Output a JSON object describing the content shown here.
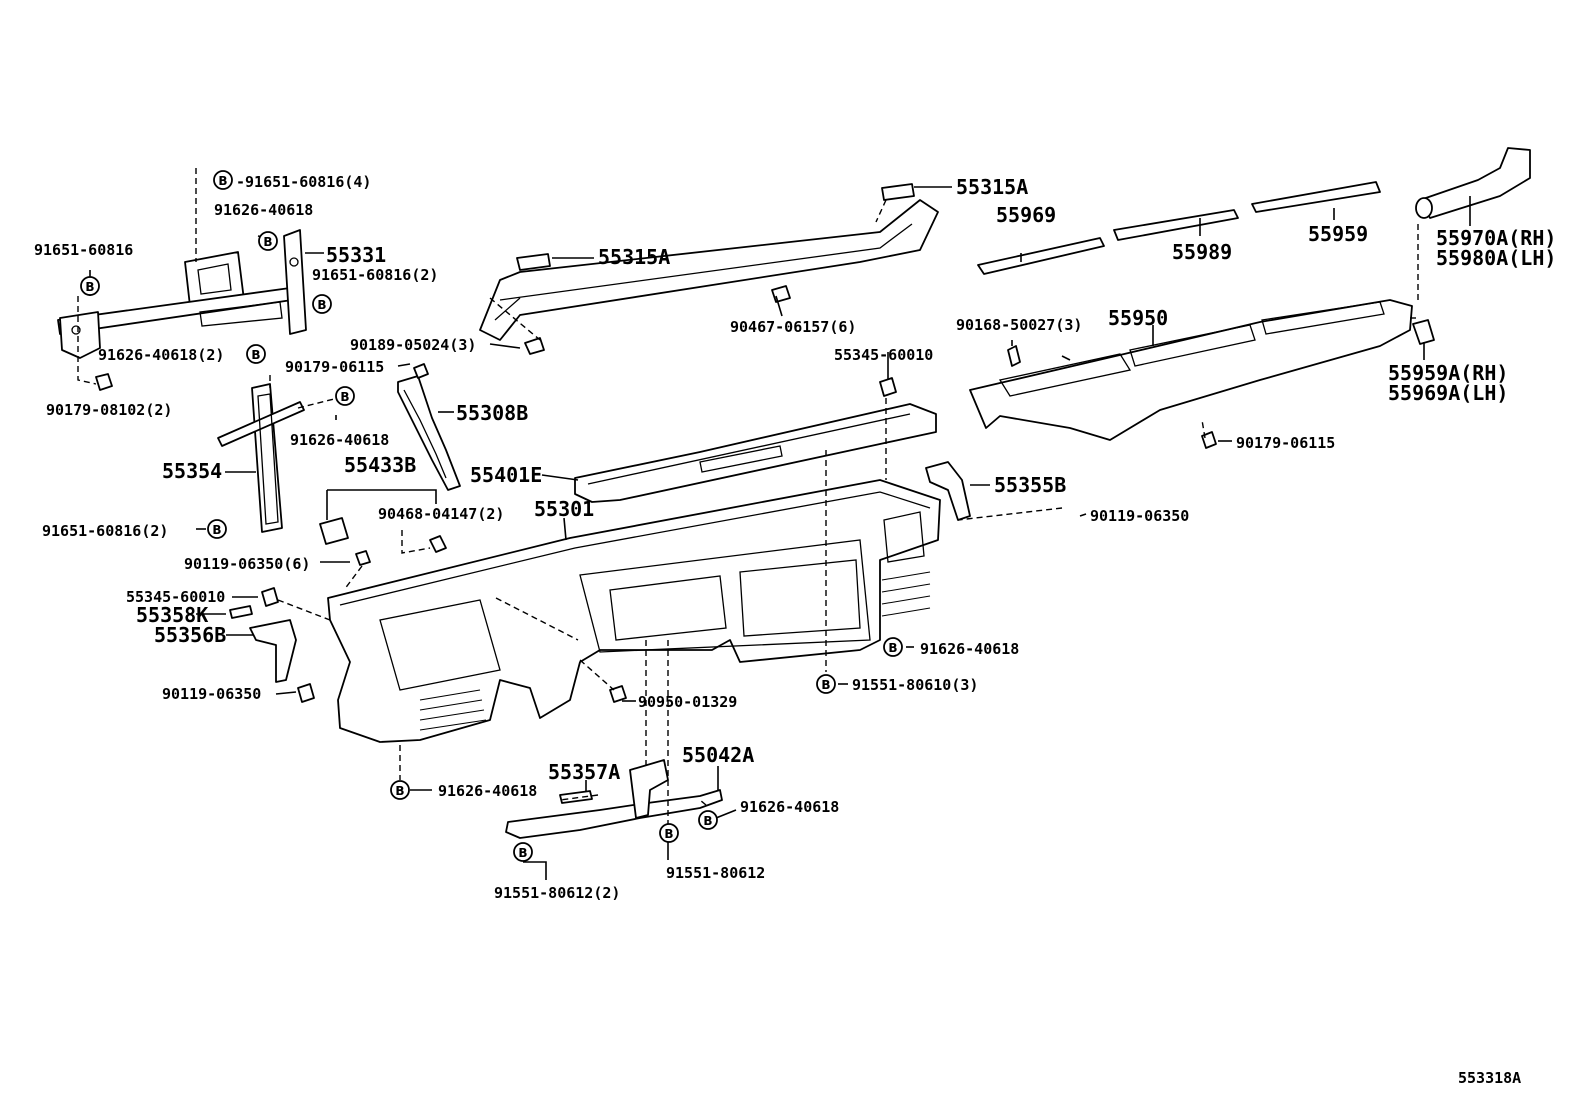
{
  "bolt_symbol": "B",
  "diagram_code": "553318A",
  "labels": {
    "p91651_60816_4": "-91651-60816(4)",
    "p91626_40618_a": "91626-40618",
    "p91651_60816_a": "91651-60816",
    "p55331": "55331",
    "p91651_60816_2a": "91651-60816(2)",
    "p91626_40618_2": "91626-40618(2)",
    "p90179_08102_2": "90179-08102(2)",
    "p90189_05024_3": "90189-05024(3)",
    "p90179_06115_a": "90179-06115",
    "p55315A_left": "55315A",
    "p55315A_right": "55315A",
    "p90467_06157_6": "90467-06157(6)",
    "p55969": "55969",
    "p55989": "55989",
    "p55959": "55959",
    "p55970A": "55970A(RH)",
    "p55980A": "55980A(LH)",
    "p90168_50027_3": "90168-50027(3)",
    "p55950": "55950",
    "p55959A": "55959A(RH)",
    "p55969A": "55969A(LH)",
    "p55345_60010_a": "55345-60010",
    "p55308B": "55308B",
    "p91626_40618_b": "91626-40618",
    "p55354": "55354",
    "p55433B": "55433B",
    "p55401E": "55401E",
    "p90179_06115_b": "90179-06115",
    "p90468_04147_2": "90468-04147(2)",
    "p55301": "55301",
    "p55355B": "55355B",
    "p90119_06350_a": "90119-06350",
    "p91651_60816_2b": "91651-60816(2)",
    "p90119_06350_6": "90119-06350(6)",
    "p55345_60010_b": "55345-60010",
    "p55358K": "55358K",
    "p55356B": "55356B",
    "p91626_40618_c": "91626-40618",
    "p91551_80610_3": "91551-80610(3)",
    "p90119_06350_b": "90119-06350",
    "p90950_01329": "90950-01329",
    "p55042A": "55042A",
    "p55357A": "55357A",
    "p91626_40618_d": "91626-40618",
    "p91626_40618_e": "91626-40618",
    "p91551_80612": "91551-80612",
    "p91551_80612_2": "91551-80612(2)"
  }
}
